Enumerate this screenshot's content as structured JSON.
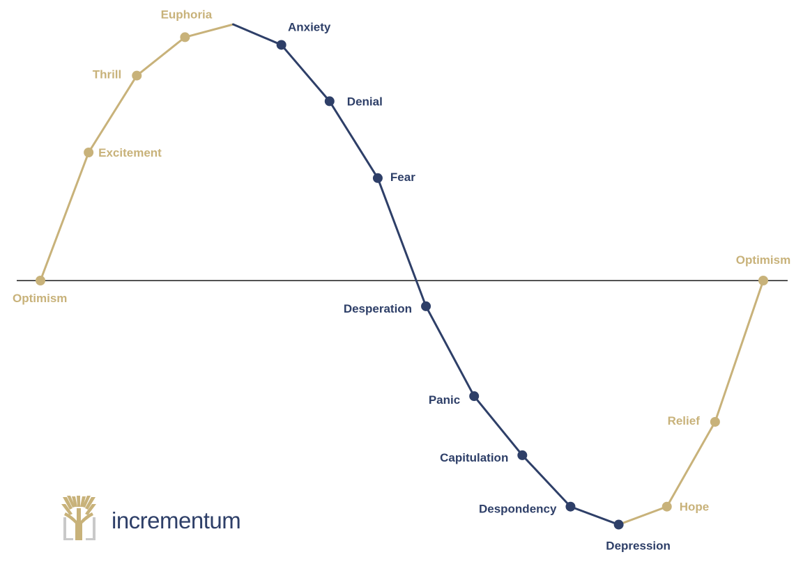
{
  "colors": {
    "gold": "#c8b27a",
    "navy": "#2e3f68",
    "axis": "#1a1a1a",
    "logo_gold": "#c8b27a",
    "logo_gray": "#c9c9c9"
  },
  "logo": {
    "icon": "tree-icon",
    "text": "incrementum"
  },
  "chart_data": {
    "type": "line",
    "title": "",
    "xlabel": "",
    "ylabel": "",
    "baseline_y": 0,
    "ylim": [
      -100,
      100
    ],
    "phases": [
      {
        "label": "Optimism",
        "x": 0,
        "y": 0,
        "phase": "up"
      },
      {
        "label": "Excitement",
        "x": 1,
        "y": 50,
        "phase": "up"
      },
      {
        "label": "Thrill",
        "x": 2,
        "y": 80,
        "phase": "up"
      },
      {
        "label": "Euphoria",
        "x": 3,
        "y": 95,
        "phase": "up"
      },
      {
        "label": "Anxiety",
        "x": 5,
        "y": 92,
        "phase": "down"
      },
      {
        "label": "Denial",
        "x": 6,
        "y": 70,
        "phase": "down"
      },
      {
        "label": "Fear",
        "x": 7,
        "y": 40,
        "phase": "down"
      },
      {
        "label": "Desperation",
        "x": 8,
        "y": -10,
        "phase": "down"
      },
      {
        "label": "Panic",
        "x": 9,
        "y": -45,
        "phase": "down"
      },
      {
        "label": "Capitulation",
        "x": 10,
        "y": -68,
        "phase": "down"
      },
      {
        "label": "Despondency",
        "x": 11,
        "y": -88,
        "phase": "down"
      },
      {
        "label": "Depression",
        "x": 12,
        "y": -95,
        "phase": "down"
      },
      {
        "label": "Hope",
        "x": 13,
        "y": -88,
        "phase": "up"
      },
      {
        "label": "Relief",
        "x": 14,
        "y": -55,
        "phase": "up"
      },
      {
        "label": "Optimism",
        "x": 15,
        "y": 0,
        "phase": "up"
      }
    ],
    "peak": {
      "x": 4,
      "y": 100
    }
  }
}
